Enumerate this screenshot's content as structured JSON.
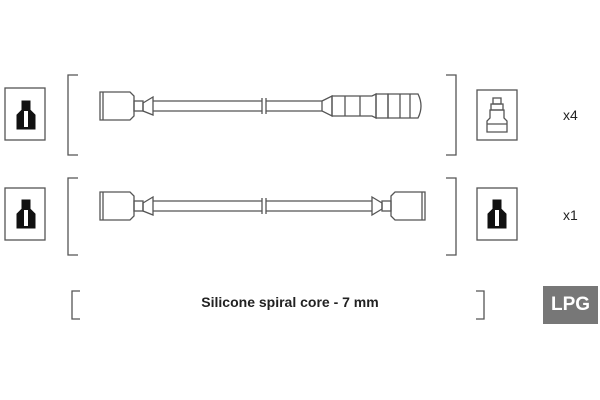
{
  "rows": [
    {
      "quantity": "x4",
      "left_connector": "straight-plug-icon",
      "right_connector": "spark-plug-icon"
    },
    {
      "quantity": "x1",
      "left_connector": "straight-plug-icon",
      "right_connector": "straight-plug-icon"
    }
  ],
  "caption": "Silicone spiral core - 7 mm",
  "badge": "LPG",
  "colors": {
    "line": "#555555",
    "icon": "#111111",
    "badge_background": "#777777",
    "badge_text": "#ffffff"
  }
}
